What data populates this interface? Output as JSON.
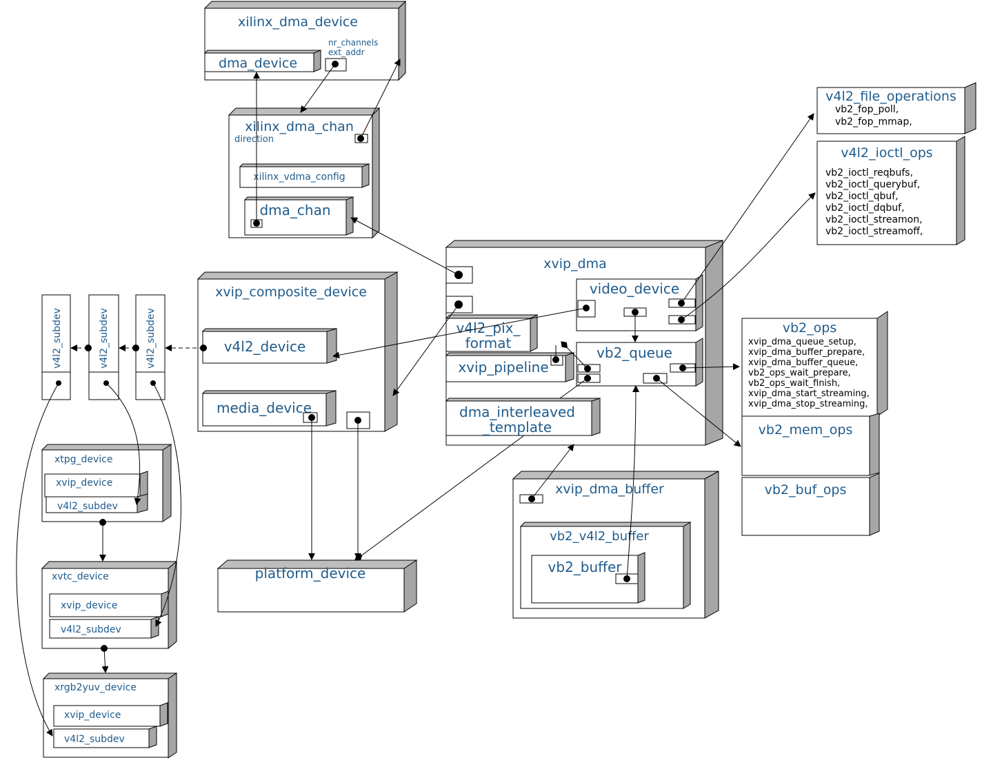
{
  "nodes": {
    "xilinx_dma_device": "xilinx_dma_device",
    "nr_channels": "nr_channels",
    "ext_addr": "ext_addr",
    "dma_device": "dma_device",
    "xilinx_dma_chan": "xilinx_dma_chan",
    "direction": "direction",
    "xilinx_vdma_config": "xilinx_vdma_config",
    "dma_chan": "dma_chan",
    "xvip_dma": "xvip_dma",
    "video_device": "video_device",
    "v4l2_pix_format_1": "v4l2_pix_",
    "v4l2_pix_format_2": "format",
    "xvip_pipeline": "xvip_pipeline",
    "vb2_queue": "vb2_queue",
    "dma_interleaved_template_1": "dma_interleaved",
    "dma_interleaved_template_2": "_template",
    "xvip_composite_device": "xvip_composite_device",
    "v4l2_device": "v4l2_device",
    "media_device": "media_device",
    "platform_device": "platform_device",
    "v4l2_subdev": "v4l2_subdev",
    "xtpg_device": "xtpg_device",
    "xvtc_device": "xvtc_device",
    "xrgb2yuv_device": "xrgb2yuv_device",
    "xvip_device": "xvip_device",
    "xvip_dma_buffer": "xvip_dma_buffer",
    "vb2_v4l2_buffer": "vb2_v4l2_buffer",
    "vb2_buffer": "vb2_buffer",
    "v4l2_file_operations": "v4l2_file_operations",
    "v4l2_ioctl_ops": "v4l2_ioctl_ops",
    "vb2_ops": "vb2_ops",
    "vb2_mem_ops": "vb2_mem_ops",
    "vb2_buf_ops": "vb2_buf_ops"
  },
  "lists": {
    "file_ops": [
      "vb2_fop_poll,",
      "vb2_fop_mmap,"
    ],
    "ioctl_ops": [
      "vb2_ioctl_reqbufs,",
      "vb2_ioctl_querybuf,",
      "vb2_ioctl_qbuf,",
      "vb2_ioctl_dqbuf,",
      "vb2_ioctl_streamon,",
      "vb2_ioctl_streamoff,"
    ],
    "vb2_ops": [
      "xvip_dma_queue_setup,",
      "xvip_dma_buffer_prepare,",
      "xvip_dma_buffer_queue,",
      "vb2_ops_wait_prepare,",
      "vb2_ops_wait_finish,",
      "xvip_dma_start_streaming,",
      "xvip_dma_stop_streaming,"
    ]
  },
  "colors": {
    "label": "#1f5b8c",
    "text": "#000000",
    "depth_top": "#bdbdbd",
    "depth_side": "#a6a6a6"
  }
}
